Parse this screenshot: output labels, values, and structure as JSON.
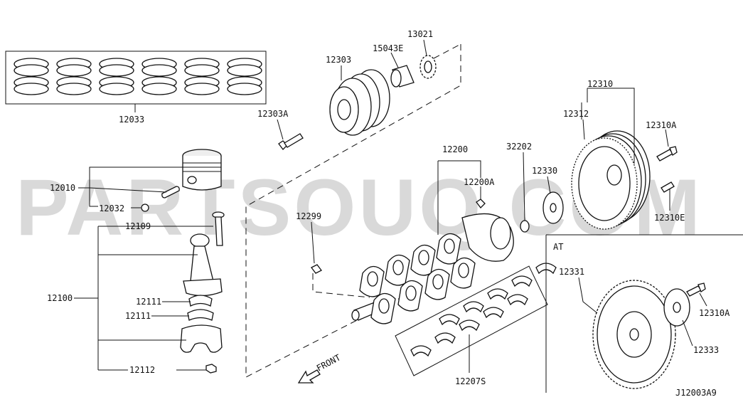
{
  "watermark": "PARTSOUQ.COM",
  "diagram_code": "J12003A9",
  "section_label": "AT",
  "front_label": "FRONT",
  "labels": {
    "rings": "12033",
    "piston": "12010",
    "piston_pin_clip": "12032",
    "conrod_bolt": "12109",
    "conrod": "12100",
    "bearing_upper": "12111",
    "bearing_lower": "12111",
    "conrod_nut": "12112",
    "pulley": "12303",
    "pulley_bolt": "12303A",
    "spacer": "15043E",
    "gear": "13021",
    "crankshaft": "12200",
    "crank_key": "12200A",
    "pilot_bushing": "32202",
    "woodruff_key": "12299",
    "main_bearings": "12207S",
    "flywheel_assy": "12310",
    "flywheel": "12312",
    "flywheel_bolt": "12310A",
    "reinforcement_plate": "12330",
    "dowel": "12310E",
    "drive_plate": "12331",
    "drive_plate_bolt": "12310A",
    "drive_plate_reinforcement": "12333"
  }
}
